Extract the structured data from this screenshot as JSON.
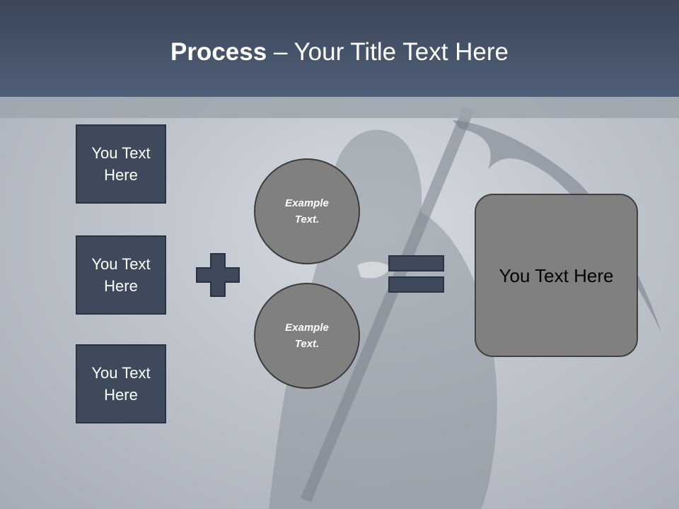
{
  "slide": {
    "title_bold": "Process",
    "title_rest": " – Your Title Text Here"
  },
  "inputs": [
    {
      "label": "You Text Here"
    },
    {
      "label": "You Text Here"
    },
    {
      "label": "You Text Here"
    }
  ],
  "circles": [
    {
      "label": "Example Text."
    },
    {
      "label": "Example Text."
    }
  ],
  "operators": {
    "plus": "plus-icon",
    "equals": "equals-icon"
  },
  "result": {
    "label": "You Text Here"
  },
  "colors": {
    "header": "#4a586e",
    "box_fill": "#3e4a5c",
    "circle_fill": "#808080",
    "result_fill": "#808080",
    "operator_fill": "#3e4a5c"
  }
}
